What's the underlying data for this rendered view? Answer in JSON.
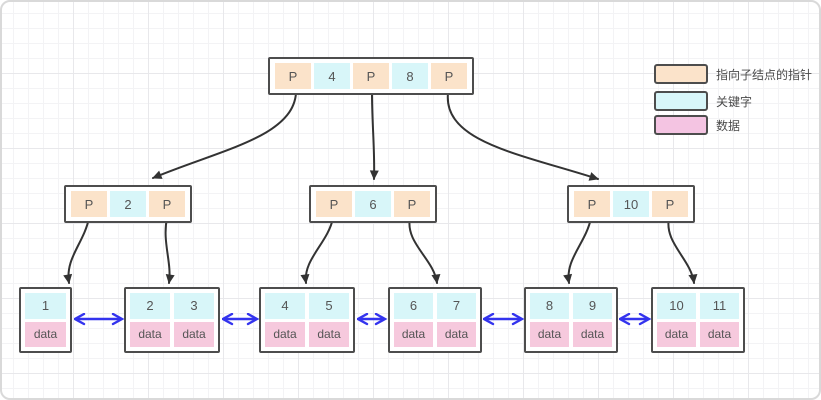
{
  "diagram": {
    "kind": "b-plus-tree-structure"
  },
  "legend": {
    "items": [
      {
        "name": "pointer",
        "label": "指向子结点的指针",
        "color": "#fbe3ca"
      },
      {
        "name": "keyword",
        "label": "关键字",
        "color": "#d8f6f9"
      },
      {
        "name": "data",
        "label": "数据",
        "color": "#f4c4e2"
      }
    ]
  },
  "tree": {
    "data_label": "data",
    "root": {
      "cells": [
        {
          "type": "pointer",
          "label": "P"
        },
        {
          "type": "key",
          "label": "4"
        },
        {
          "type": "pointer",
          "label": "P"
        },
        {
          "type": "key",
          "label": "8"
        },
        {
          "type": "pointer",
          "label": "P"
        }
      ]
    },
    "internal": [
      {
        "cells": [
          {
            "type": "pointer",
            "label": "P"
          },
          {
            "type": "key",
            "label": "2"
          },
          {
            "type": "pointer",
            "label": "P"
          }
        ]
      },
      {
        "cells": [
          {
            "type": "pointer",
            "label": "P"
          },
          {
            "type": "key",
            "label": "6"
          },
          {
            "type": "pointer",
            "label": "P"
          }
        ]
      },
      {
        "cells": [
          {
            "type": "pointer",
            "label": "P"
          },
          {
            "type": "key",
            "label": "10"
          },
          {
            "type": "pointer",
            "label": "P"
          }
        ]
      }
    ],
    "leaves": [
      {
        "keys": [
          "1"
        ]
      },
      {
        "keys": [
          "2",
          "3"
        ]
      },
      {
        "keys": [
          "4",
          "5"
        ]
      },
      {
        "keys": [
          "6",
          "7"
        ]
      },
      {
        "keys": [
          "8",
          "9"
        ]
      },
      {
        "keys": [
          "10",
          "11"
        ]
      }
    ],
    "edges": {
      "root_to_internal": [
        0,
        1,
        2
      ],
      "internal_to_leaves": [
        [
          0,
          1
        ],
        [
          2,
          3
        ],
        [
          4,
          5
        ]
      ],
      "leaf_links": "doubly-linked"
    }
  },
  "colors": {
    "pointer_cell": "#fbe3ca",
    "key_cell": "#d8f6f9",
    "data_cell": "#f6c9dd",
    "legend_data": "#f4c4e2",
    "tree_arrow": "#333333",
    "leaf_link_arrow": "#3333ee",
    "node_border": "#4d4d4d"
  }
}
